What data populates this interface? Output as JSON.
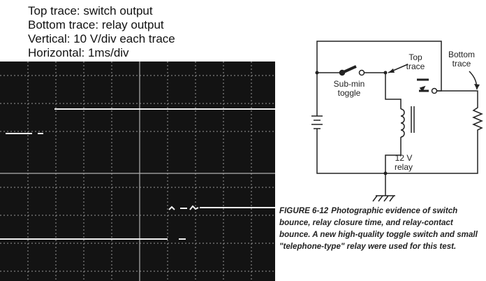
{
  "legend": {
    "top": "Top trace: switch output",
    "bottom": "Bottom trace: relay output",
    "vertical": "Vertical: 10 V/div each trace",
    "horizontal": "Horizontal: 1ms/div"
  },
  "circuit": {
    "top_trace_label": "Top\ntrace",
    "bottom_trace_label": "Bottom\ntrace",
    "switch_label": "Sub-min\ntoggle",
    "relay_label": "12 V\nrelay"
  },
  "caption": {
    "figure": "FIGURE 6-12",
    "text": "Photographic evidence of switch bounce, relay closure time, and relay-contact bounce. A new high-quality toggle switch and small \"telephone-type\" relay were used for this test."
  },
  "colors": {
    "screen": "#131313",
    "grid": "#9a9a9a",
    "trace": "#f2f2f2"
  }
}
